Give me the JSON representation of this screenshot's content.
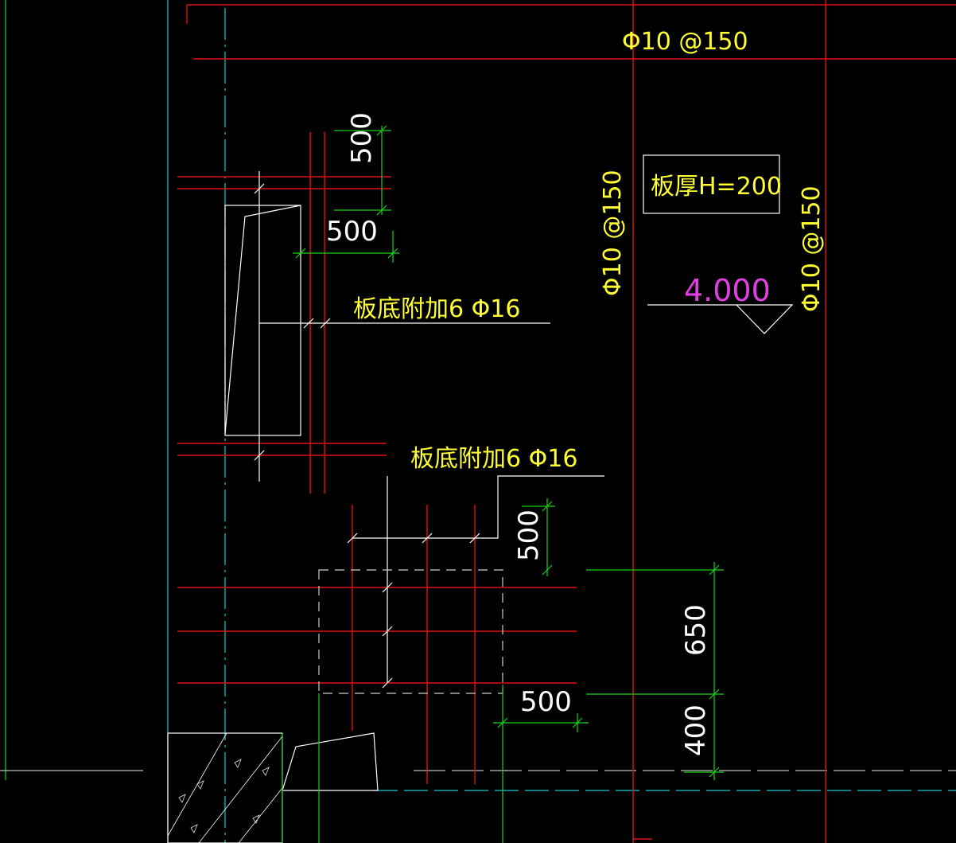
{
  "drawing": {
    "colors": {
      "background": "#000000",
      "rebar": "#e01010",
      "dimension": "#19d219",
      "outline": "#ffffff",
      "axis": "#19c9c9",
      "text": "#ffff33",
      "elevation": "#e040e0",
      "column": "#ffff33"
    },
    "labels": {
      "top_rebar": "Φ10 @150",
      "mid_rebar_vertical": "Φ10 @150",
      "right_rebar_vertical": "Φ10 @150",
      "slab_thickness": "板厚H=200",
      "elevation": "4.000",
      "bottom_add_upper": "板底附加6 Φ16",
      "bottom_add_lower": "板底附加6 Φ16"
    },
    "dimensions": {
      "top_vertical": "500",
      "top_horizontal": "500",
      "middle_vertical": "500",
      "right_upper_vertical": "650",
      "right_lower_vertical": "400",
      "bottom_horizontal": "500"
    }
  }
}
